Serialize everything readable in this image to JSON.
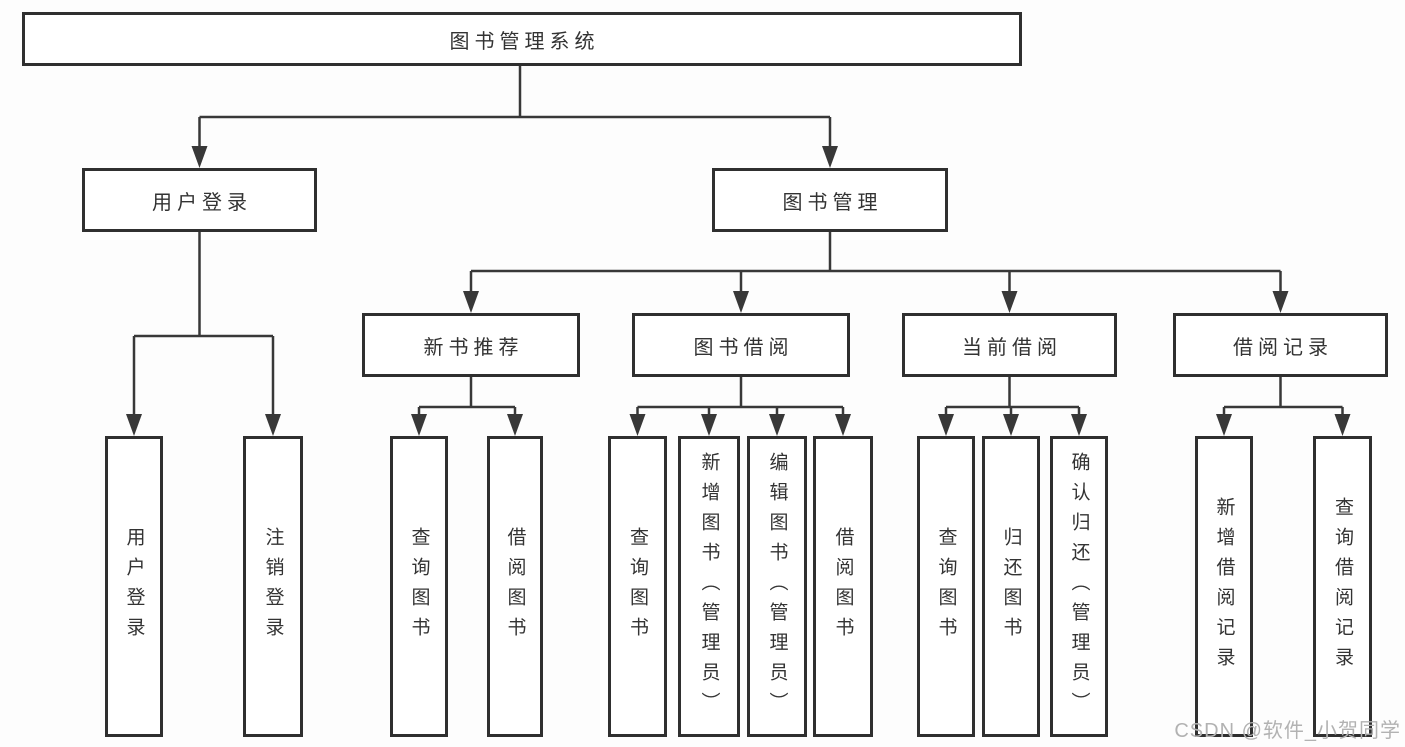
{
  "title": "图书管理系统",
  "diagram_type": "functional-structure-tree",
  "tree": {
    "root": "图书管理系统",
    "branches": [
      {
        "label": "用户登录",
        "children": [
          {
            "label": "用户登录"
          },
          {
            "label": "注销登录"
          }
        ]
      },
      {
        "label": "图书管理",
        "children": [
          {
            "label": "新书推荐",
            "children": [
              {
                "label": "查询图书"
              },
              {
                "label": "借阅图书"
              }
            ]
          },
          {
            "label": "图书借阅",
            "children": [
              {
                "label": "查询图书"
              },
              {
                "label": "新增图书（管理员）"
              },
              {
                "label": "编辑图书（管理员）"
              },
              {
                "label": "借阅图书"
              }
            ]
          },
          {
            "label": "当前借阅",
            "children": [
              {
                "label": "查询图书"
              },
              {
                "label": "归还图书"
              },
              {
                "label": "确认归还（管理员）"
              }
            ]
          },
          {
            "label": "借阅记录",
            "children": [
              {
                "label": "新增借阅记录"
              },
              {
                "label": "查询借阅记录"
              }
            ]
          }
        ]
      }
    ]
  },
  "watermark": "CSDN @软件_小贺同学",
  "colors": {
    "line": "#383838",
    "box_border": "#2f2f2f",
    "text": "#333333",
    "watermark": "#b2b2b2",
    "background": "#fdfdfd"
  }
}
